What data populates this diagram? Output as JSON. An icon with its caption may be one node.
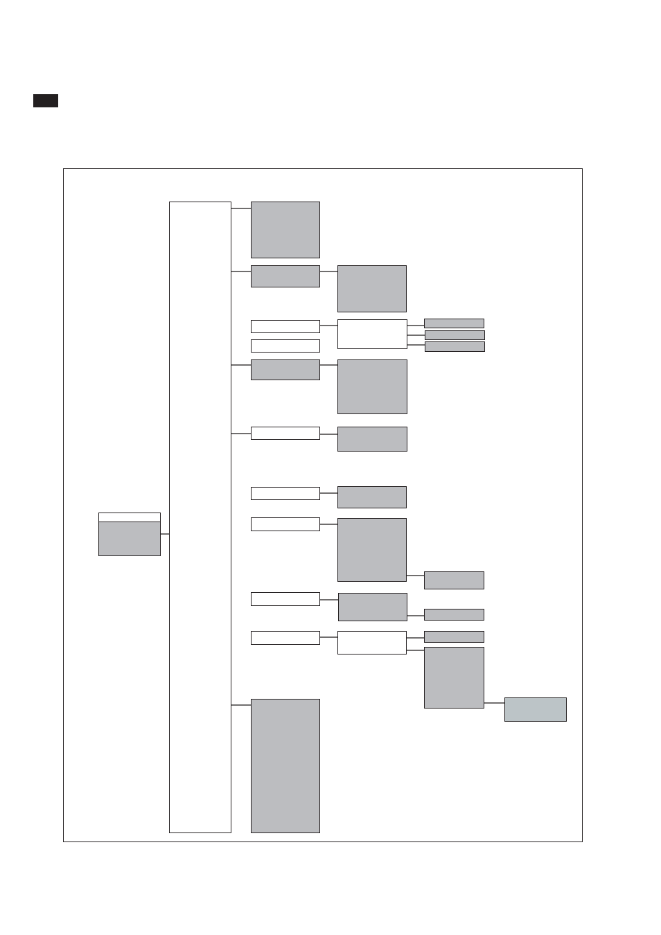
{
  "diagram": {
    "nodes": [
      {
        "text": [],
        "shape": "box"
      },
      {
        "text": [],
        "shape": "box"
      },
      {
        "text": [],
        "shape": "box"
      },
      {
        "text": [],
        "shape": "box"
      },
      {
        "text": [],
        "shape": "box"
      },
      {
        "text": [],
        "shape": "box"
      },
      {
        "text": [],
        "shape": "box"
      },
      {
        "text": [],
        "shape": "box"
      },
      {
        "text": [],
        "shape": "box"
      },
      {
        "text": [],
        "shape": "box"
      },
      {
        "text": [],
        "shape": "box"
      },
      {
        "text": [],
        "shape": "box"
      },
      {
        "text": [],
        "shape": "box"
      },
      {
        "text": [],
        "shape": "box"
      },
      {
        "text": [],
        "shape": "box"
      },
      {
        "text": [],
        "shape": "box"
      },
      {
        "text": [],
        "shape": "box"
      },
      {
        "text": [],
        "shape": "box"
      },
      {
        "text": [],
        "shape": "box"
      },
      {
        "text": [],
        "shape": "box"
      },
      {
        "text": [],
        "shape": "box"
      },
      {
        "text": [],
        "shape": "box"
      },
      {
        "text": [],
        "shape": "box"
      },
      {
        "text": [],
        "shape": "box"
      },
      {
        "text": [],
        "shape": "box"
      },
      {
        "text": [],
        "shape": "box"
      },
      {
        "text": [],
        "shape": "box"
      },
      {
        "text": [],
        "shape": "box"
      },
      {
        "text": [],
        "shape": "box"
      }
    ],
    "edges": [
      {
        "from": 0,
        "to": 1,
        "arrow": "none"
      },
      {
        "from": 1,
        "to": 2,
        "arrow": "none"
      },
      {
        "from": 1,
        "to": 3,
        "arrow": "none"
      },
      {
        "from": 1,
        "to": 11,
        "arrow": "none"
      },
      {
        "from": 1,
        "to": 13,
        "arrow": "none"
      },
      {
        "from": 1,
        "to": 28,
        "arrow": "none"
      },
      {
        "from": 3,
        "to": 4,
        "arrow": "none"
      },
      {
        "from": 5,
        "to": 7,
        "arrow": "none"
      },
      {
        "from": 7,
        "to": 8,
        "arrow": "none"
      },
      {
        "from": 7,
        "to": 9,
        "arrow": "none"
      },
      {
        "from": 7,
        "to": 10,
        "arrow": "none"
      },
      {
        "from": 11,
        "to": 12,
        "arrow": "none"
      },
      {
        "from": 13,
        "to": 14,
        "arrow": "none"
      },
      {
        "from": 15,
        "to": 16,
        "arrow": "none"
      },
      {
        "from": 17,
        "to": 18,
        "arrow": "none"
      },
      {
        "from": 18,
        "to": 19,
        "arrow": "none"
      },
      {
        "from": 20,
        "to": 21,
        "arrow": "none"
      },
      {
        "from": 21,
        "to": 22,
        "arrow": "none"
      },
      {
        "from": 23,
        "to": 24,
        "arrow": "none"
      },
      {
        "from": 24,
        "to": 25,
        "arrow": "none"
      },
      {
        "from": 24,
        "to": 26,
        "arrow": "none"
      },
      {
        "from": 26,
        "to": 27,
        "arrow": "none"
      }
    ]
  }
}
